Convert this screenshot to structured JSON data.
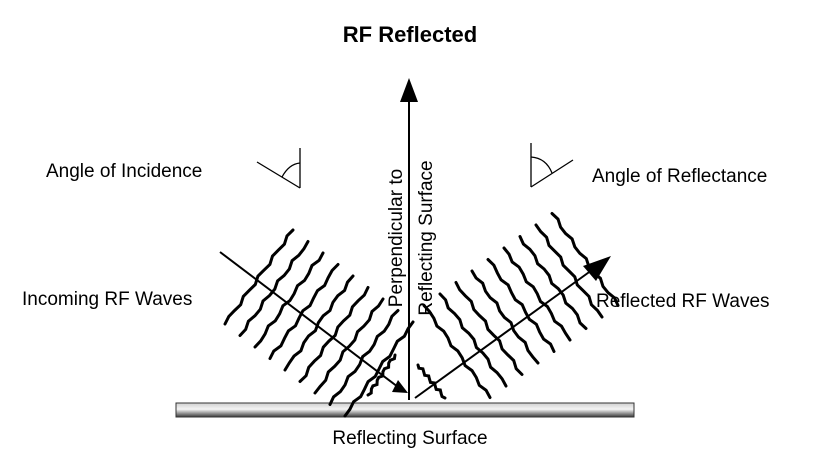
{
  "title": "RF Reflected",
  "labels": {
    "angle_incidence": "Angle of Incidence",
    "angle_reflectance": "Angle of Reflectance",
    "incoming_waves": "Incoming RF Waves",
    "reflected_waves": "Reflected RF Waves",
    "perpendicular_line1": "Perpendicular to",
    "perpendicular_line2": "Reflecting Surface",
    "surface": "Reflecting Surface"
  },
  "colors": {
    "ink": "#000000",
    "surface_dark": "#3a3a3a",
    "surface_light": "#d8d8d8",
    "background": "#ffffff"
  }
}
